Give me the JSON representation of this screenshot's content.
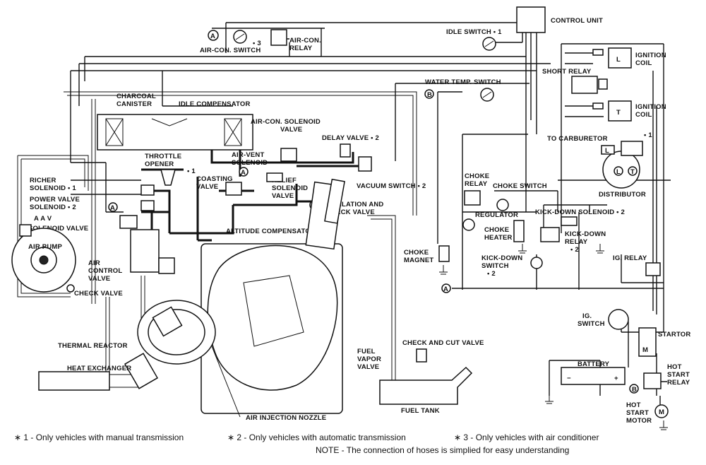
{
  "labels": {
    "control_unit": "CONTROL UNIT",
    "idle_switch": "IDLE SWITCH • 1",
    "air_con_switch": "AIR-CON. SWITCH",
    "air_con_switch_note": "• 3",
    "air_con_relay_1": "AIR-CON.",
    "air_con_relay_2": "RELAY",
    "ignition_coil_top_1": "IGNITION",
    "ignition_coil_top_2": "COIL",
    "short_relay": "SHORT RELAY",
    "ignition_coil_bottom_1": "IGNITION",
    "ignition_coil_bottom_2": "COIL",
    "water_temp_switch": "WATER TEMP. SWITCH",
    "charcoal_canister_1": "CHARCOAL",
    "charcoal_canister_2": "CANISTER",
    "idle_compensator": "IDLE COMPENSATOR",
    "air_con_solenoid_1": "AIR-CON. SOLENOID",
    "air_con_solenoid_2": "VALVE",
    "delay_valve": "DELAY VALVE • 2",
    "to_carburetor": "TO CARBURETOR",
    "dist_note": "• 1",
    "throttle_opener_1": "THROTTLE",
    "throttle_opener_2": "OPENER",
    "throttle_opener_note": "• 1",
    "air_vent_1": "AIR-VENT",
    "air_vent_2": "SOLENOID",
    "coasting_1": "COASTING",
    "coasting_2": "VALVE",
    "richer_1": "RICHER",
    "richer_2": "SOLENOID • 1",
    "power_valve_1": "POWER VALVE",
    "power_valve_2": "SOLENOID • 2",
    "aav": "A A V",
    "solenoid_valve": "SOLENOID VALVE",
    "relief_1": "RELIEF",
    "relief_2": "SOLENOID",
    "relief_3": "VALVE",
    "vacuum_switch": "VACUUM SWITCH • 2",
    "choke_relay_1": "CHOKE",
    "choke_relay_2": "RELAY",
    "choke_switch": "CHOKE SWITCH",
    "distributor": "DISTRIBUTOR",
    "ventilation_1": "VENTILATION AND",
    "ventilation_2": "CHECK VALVE",
    "regulator": "REGULATOR",
    "kick_down_solenoid": "KICK-DOWN SOLENOID • 2",
    "choke_heater_1": "CHOKE",
    "choke_heater_2": "HEATER",
    "kick_down_relay_1": "KICK-DOWN",
    "kick_down_relay_2": "RELAY",
    "kick_down_relay_3": "• 2",
    "altitude_compensator": "ALTITUDE COMPENSATOR",
    "air_pump": "AIR PUMP",
    "choke_magnet_1": "CHOKE",
    "choke_magnet_2": "MAGNET",
    "kick_down_switch_1": "KICK-DOWN",
    "kick_down_switch_2": "SWITCH",
    "kick_down_switch_3": "• 2",
    "ig_relay": "IG. RELAY",
    "air_control_1": "AIR",
    "air_control_2": "CONTROL",
    "air_control_3": "VALVE",
    "check_valve": "CHECK VALVE",
    "ig_switch_1": "IG.",
    "ig_switch_2": "SWITCH",
    "startor": "STARTOR",
    "thermal_reactor": "THERMAL REACTOR",
    "check_cut_valve": "CHECK AND CUT VALVE",
    "fuel_vapor_1": "FUEL",
    "fuel_vapor_2": "VAPOR",
    "fuel_vapor_3": "VALVE",
    "battery": "BATTERY",
    "hot_relay_1": "HOT",
    "hot_relay_2": "START",
    "hot_relay_3": "RELAY",
    "heat_exchanger": "HEAT EXCHANGER",
    "fuel_tank": "FUEL TANK",
    "air_injection_nozzle": "AIR INJECTION NOZZLE",
    "hot_motor_1": "HOT",
    "hot_motor_2": "START",
    "hot_motor_3": "MOTOR",
    "marker_a": "A",
    "marker_b": "B",
    "marker_m": "M",
    "marker_m_circle": "M",
    "marker_l": "L",
    "marker_t": "T",
    "plus": "+",
    "minus": "−"
  },
  "footnotes": {
    "note1": "∗ 1 - Only vehicles with manual transmission",
    "note2": "∗ 2 - Only vehicles with automatic transmission",
    "note3": "∗ 3 - Only vehicles with air conditioner",
    "note_hoses": "NOTE - The connection of hoses is simplied for easy understanding"
  }
}
